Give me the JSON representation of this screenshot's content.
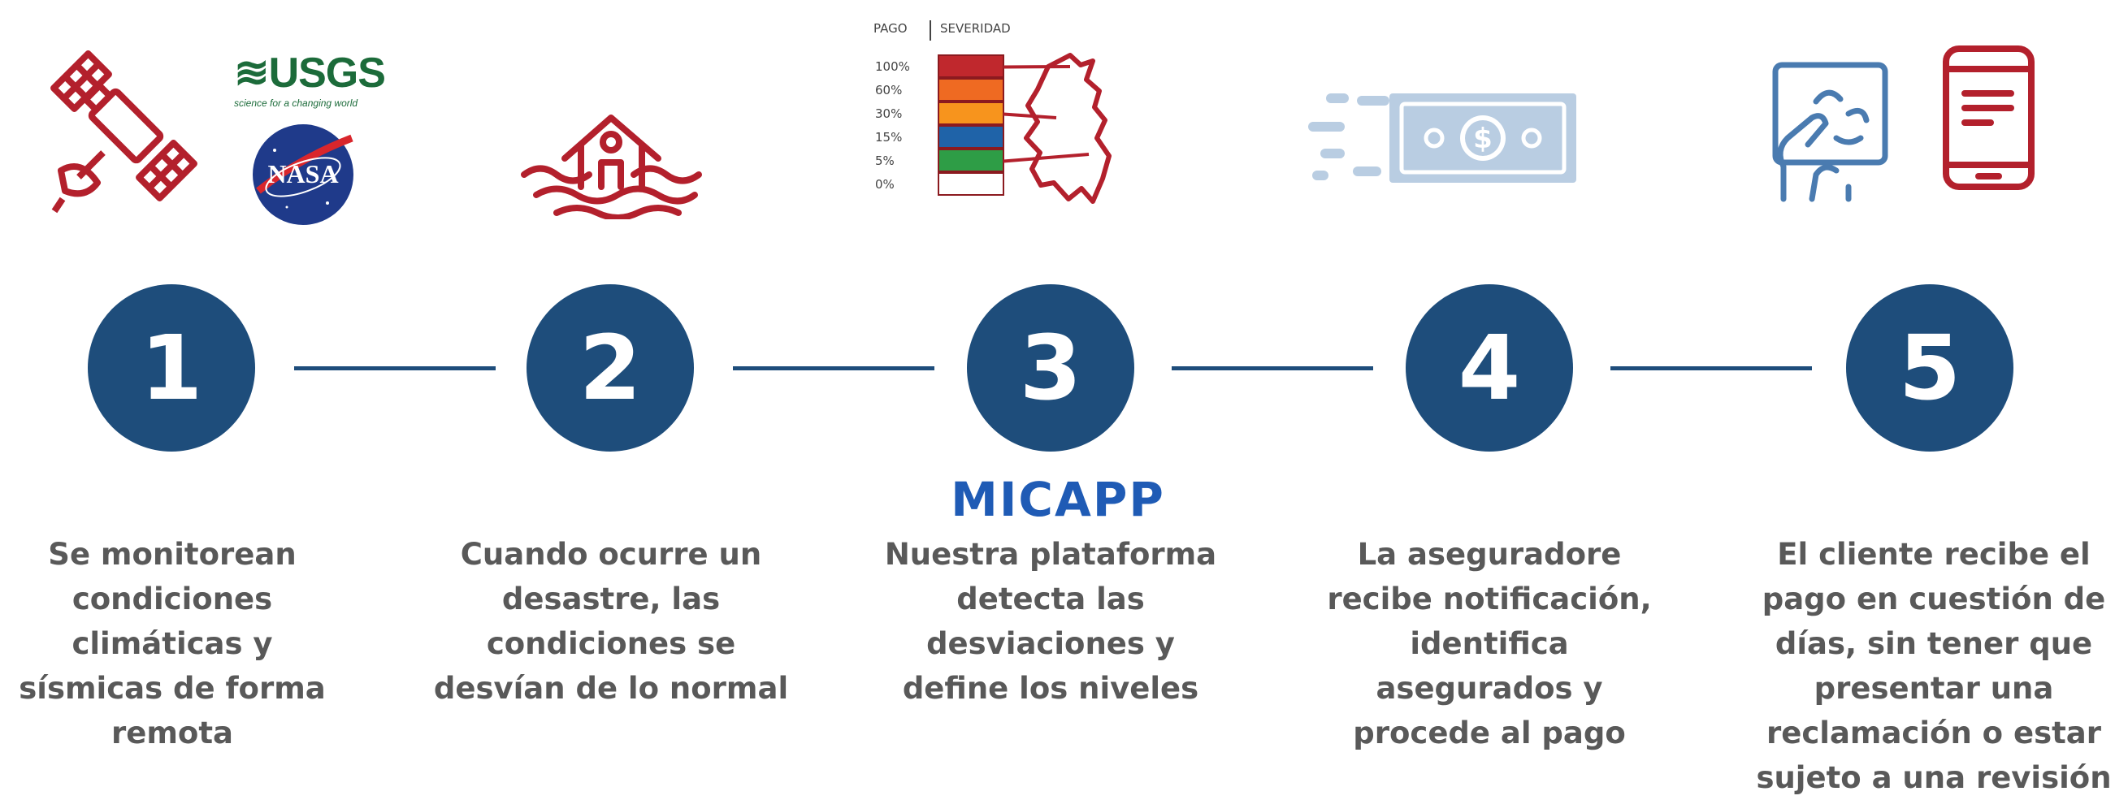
{
  "steps": [
    {
      "number": "1",
      "lines": [
        "Se monitorean",
        "condiciones",
        "climáticas y",
        "sísmicas de forma",
        "remota"
      ]
    },
    {
      "number": "2",
      "lines": [
        "Cuando ocurre un",
        "desastre, las",
        "condiciones se",
        "desvían de lo normal"
      ]
    },
    {
      "number": "3",
      "lines": [
        "Nuestra plataforma",
        "detecta las",
        "desviaciones y",
        "define los niveles"
      ]
    },
    {
      "number": "4",
      "lines": [
        "La aseguradore",
        "recibe notificación,",
        "identifica",
        "asegurados y",
        "procede al pago"
      ]
    },
    {
      "number": "5",
      "lines": [
        "El cliente recibe el",
        "pago en cuestión de",
        "días, sin tener que",
        "presentar una",
        "reclamación o estar",
        "sujeto a una revisión"
      ]
    }
  ],
  "logos": {
    "usgs": "≋USGS",
    "usgs_tagline": "science for a changing world",
    "nasa": "NASA",
    "micapp": "MICAPP"
  },
  "severity_chart": {
    "pago_header": "PAGO",
    "severidad_header": "SEVERIDAD",
    "levels": [
      {
        "label": "100%",
        "color": "#c0282d"
      },
      {
        "label": "60%",
        "color": "#ef6a22"
      },
      {
        "label": "30%",
        "color": "#f7941d"
      },
      {
        "label": "15%",
        "color": "#1f63a8"
      },
      {
        "label": "5%",
        "color": "#2e9d46"
      },
      {
        "label": "0%",
        "color": "#ffffff"
      }
    ]
  },
  "icons": {
    "step1": [
      "satellite-icon",
      "usgs-logo",
      "nasa-logo"
    ],
    "step2": [
      "flooded-house-icon"
    ],
    "step3": [
      "severity-chart",
      "colombia-map-icon",
      "micapp-logo"
    ],
    "step4": [
      "money-bill-icon"
    ],
    "step5": [
      "hand-touch-icon",
      "smartphone-icon"
    ]
  },
  "colors": {
    "primary_blue": "#1e4d7b",
    "icon_red": "#b3202c",
    "icon_light_blue": "#b9cde2",
    "text_gray": "#595959"
  }
}
